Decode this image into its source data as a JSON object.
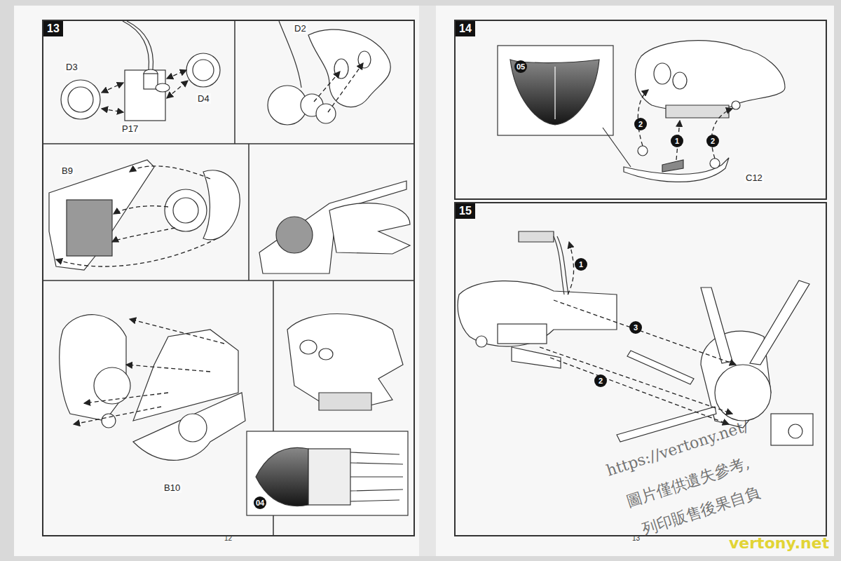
{
  "diagram": {
    "nodes": [
      {
        "text": [
          "13"
        ]
      },
      {
        "text": [
          "14"
        ]
      },
      {
        "text": [
          "15"
        ]
      }
    ],
    "labels": [
      "D3",
      "P17",
      "D4",
      "D2",
      "B9",
      "B10",
      "04",
      "05",
      "2",
      "1",
      "2",
      "C12",
      "1",
      "3",
      "2",
      "12",
      "13",
      "https://vertony.net/",
      "圖片僅供遺失參考,",
      "列印販售後果自負",
      "vertony.net"
    ]
  }
}
